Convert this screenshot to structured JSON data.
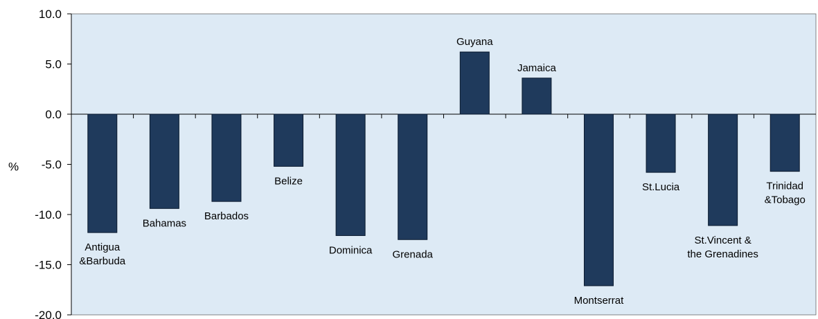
{
  "chart_data": {
    "type": "bar",
    "ylabel": "%",
    "ylim": [
      -20,
      10
    ],
    "yticks": [
      10,
      5,
      0,
      -5,
      -10,
      -15,
      -20
    ],
    "ytick_labels": [
      "10.0",
      "5.0",
      "0.0",
      "-5.0",
      "-10.0",
      "-15.0",
      "-20.0"
    ],
    "categories": [
      [
        "Antigua",
        "&Barbuda"
      ],
      [
        "Bahamas"
      ],
      [
        "Barbados"
      ],
      [
        "Belize"
      ],
      [
        "Dominica"
      ],
      [
        "Grenada"
      ],
      [
        "Guyana"
      ],
      [
        "Jamaica"
      ],
      [
        "Montserrat"
      ],
      [
        "St.Lucia"
      ],
      [
        "St.Vincent &",
        "the Grenadines"
      ],
      [
        "Trinidad",
        "&Tobago"
      ]
    ],
    "values": [
      -11.8,
      -9.4,
      -8.7,
      -5.2,
      -12.1,
      -12.5,
      6.2,
      3.6,
      -17.1,
      -5.8,
      -11.1,
      -5.7
    ],
    "colors": {
      "plot_background": "#ddeaf5",
      "bar_fill": "#1f3a5c",
      "bar_edge": "#0a1a2e"
    }
  }
}
